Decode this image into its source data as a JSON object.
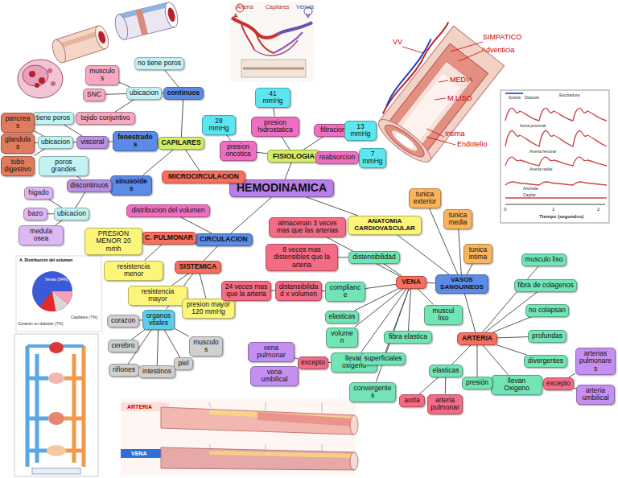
{
  "diagram": {
    "nodes": [
      {
        "text": [
          "HEMODINAMICA"
        ]
      },
      {
        "text": [
          "FISIOLOGIA"
        ]
      },
      {
        "text": [
          "presion hidrostatica"
        ]
      },
      {
        "text": [
          "41 mmHg"
        ]
      },
      {
        "text": [
          "presion oncotica"
        ]
      },
      {
        "text": [
          "28 mmHg"
        ]
      },
      {
        "text": [
          "filtracion"
        ]
      },
      {
        "text": [
          "13 mmHg"
        ]
      },
      {
        "text": [
          "reabsorcion"
        ]
      },
      {
        "text": [
          "7 mmHg"
        ]
      },
      {
        "text": [
          "MICROCIRCULACION"
        ]
      },
      {
        "text": [
          "CAPILARES"
        ]
      },
      {
        "text": [
          "continuos"
        ]
      },
      {
        "text": [
          "no tiene poros"
        ]
      },
      {
        "text": [
          "ubicacion"
        ]
      },
      {
        "text": [
          "musculos"
        ]
      },
      {
        "text": [
          "SNC"
        ]
      },
      {
        "text": [
          "tejido conjuntivo"
        ]
      },
      {
        "text": [
          "fenestrados"
        ]
      },
      {
        "text": [
          "visceral"
        ]
      },
      {
        "text": [
          "tiene poros"
        ]
      },
      {
        "text": [
          "ubicacion"
        ]
      },
      {
        "text": [
          "pancreas"
        ]
      },
      {
        "text": [
          "glandulas"
        ]
      },
      {
        "text": [
          "tubo digestivo"
        ]
      },
      {
        "text": [
          "sinusoides"
        ]
      },
      {
        "text": [
          "discontinuos"
        ]
      },
      {
        "text": [
          "poros grandes"
        ]
      },
      {
        "text": [
          "ubicacion"
        ]
      },
      {
        "text": [
          "higado"
        ]
      },
      {
        "text": [
          "bazo"
        ]
      },
      {
        "text": [
          "medula osea"
        ]
      },
      {
        "text": [
          "CIRCULACION"
        ]
      },
      {
        "text": [
          "distribucion del volumen"
        ]
      },
      {
        "text": [
          "C. PULMONAR"
        ]
      },
      {
        "text": [
          "PRESION MENOR 20 mmh"
        ]
      },
      {
        "text": [
          "resistencia menor"
        ]
      },
      {
        "text": [
          "SISTEMICA"
        ]
      },
      {
        "text": [
          "resistencia mayor"
        ]
      },
      {
        "text": [
          "presion mayor 120 mmHg"
        ]
      },
      {
        "text": [
          "organos vitales"
        ]
      },
      {
        "text": [
          "corazon"
        ]
      },
      {
        "text": [
          "cerebro"
        ]
      },
      {
        "text": [
          "riñones"
        ]
      },
      {
        "text": [
          "intestinos"
        ]
      },
      {
        "text": [
          "piel"
        ]
      },
      {
        "text": [
          "musculos"
        ]
      },
      {
        "text": [
          "ANATOMIA CARDIOVASCULAR"
        ]
      },
      {
        "text": [
          "VASOS SANGUINEOS"
        ]
      },
      {
        "text": [
          "tunica exterior"
        ]
      },
      {
        "text": [
          "tunica media"
        ]
      },
      {
        "text": [
          "tunica intima"
        ]
      },
      {
        "text": [
          "VENA"
        ]
      },
      {
        "text": [
          "distensibilidad"
        ]
      },
      {
        "text": [
          "8 veces mas distensibles que la arteria"
        ]
      },
      {
        "text": [
          "almacenan 3 veces mas que las arterias"
        ]
      },
      {
        "text": [
          "compliance"
        ]
      },
      {
        "text": [
          "distensibilidad x volumen"
        ]
      },
      {
        "text": [
          "24 veces mas que la arteria"
        ]
      },
      {
        "text": [
          "elasticas"
        ]
      },
      {
        "text": [
          "volumen"
        ]
      },
      {
        "text": [
          "llevan oxigeno"
        ]
      },
      {
        "text": [
          "excepto"
        ]
      },
      {
        "text": [
          "vena pulmonar"
        ]
      },
      {
        "text": [
          "vena umbilical"
        ]
      },
      {
        "text": [
          "superficiales"
        ]
      },
      {
        "text": [
          "convergentes"
        ]
      },
      {
        "text": [
          "fibra elastica"
        ]
      },
      {
        "text": [
          "muscul liso"
        ]
      },
      {
        "text": [
          "ARTERIA"
        ]
      },
      {
        "text": [
          "musculo liso"
        ]
      },
      {
        "text": [
          "fibra de colagenos"
        ]
      },
      {
        "text": [
          "no colapsan"
        ]
      },
      {
        "text": [
          "profundas"
        ]
      },
      {
        "text": [
          "divergentes"
        ]
      },
      {
        "text": [
          "llevan Oxigeno"
        ]
      },
      {
        "text": [
          "excepto"
        ]
      },
      {
        "text": [
          "arterias pulmonares"
        ]
      },
      {
        "text": [
          "arteria umbilical"
        ]
      },
      {
        "text": [
          "presión"
        ]
      },
      {
        "text": [
          "elasticas"
        ]
      },
      {
        "text": [
          "aorta"
        ]
      },
      {
        "text": [
          "arteria pulmonar"
        ]
      }
    ],
    "edges": [
      {
        "from": 0,
        "to": 1,
        "arrow": "none"
      },
      {
        "from": 1,
        "to": 2,
        "arrow": "none"
      },
      {
        "from": 2,
        "to": 3,
        "arrow": "none"
      },
      {
        "from": 1,
        "to": 4,
        "arrow": "none"
      },
      {
        "from": 4,
        "to": 5,
        "arrow": "none"
      },
      {
        "from": 1,
        "to": 6,
        "arrow": "none"
      },
      {
        "from": 6,
        "to": 7,
        "arrow": "none"
      },
      {
        "from": 1,
        "to": 8,
        "arrow": "none"
      },
      {
        "from": 8,
        "to": 9,
        "arrow": "none"
      },
      {
        "from": 0,
        "to": 10,
        "arrow": "none"
      },
      {
        "from": 10,
        "to": 11,
        "arrow": "none"
      },
      {
        "from": 11,
        "to": 12,
        "arrow": "none"
      },
      {
        "from": 12,
        "to": 13,
        "arrow": "none"
      },
      {
        "from": 12,
        "to": 14,
        "arrow": "none"
      },
      {
        "from": 14,
        "to": 15,
        "arrow": "none"
      },
      {
        "from": 14,
        "to": 16,
        "arrow": "none"
      },
      {
        "from": 14,
        "to": 17,
        "arrow": "none"
      },
      {
        "from": 11,
        "to": 18,
        "arrow": "none"
      },
      {
        "from": 18,
        "to": 19,
        "arrow": "none"
      },
      {
        "from": 19,
        "to": 20,
        "arrow": "none"
      },
      {
        "from": 19,
        "to": 21,
        "arrow": "none"
      },
      {
        "from": 21,
        "to": 22,
        "arrow": "none"
      },
      {
        "from": 21,
        "to": 23,
        "arrow": "none"
      },
      {
        "from": 21,
        "to": 24,
        "arrow": "none"
      },
      {
        "from": 11,
        "to": 25,
        "arrow": "none"
      },
      {
        "from": 25,
        "to": 26,
        "arrow": "none"
      },
      {
        "from": 26,
        "to": 27,
        "arrow": "none"
      },
      {
        "from": 26,
        "to": 28,
        "arrow": "none"
      },
      {
        "from": 28,
        "to": 29,
        "arrow": "none"
      },
      {
        "from": 28,
        "to": 30,
        "arrow": "none"
      },
      {
        "from": 28,
        "to": 31,
        "arrow": "none"
      },
      {
        "from": 0,
        "to": 32,
        "arrow": "none"
      },
      {
        "from": 32,
        "to": 33,
        "arrow": "none"
      },
      {
        "from": 32,
        "to": 34,
        "arrow": "none"
      },
      {
        "from": 34,
        "to": 35,
        "arrow": "none"
      },
      {
        "from": 34,
        "to": 36,
        "arrow": "none"
      },
      {
        "from": 32,
        "to": 37,
        "arrow": "none"
      },
      {
        "from": 37,
        "to": 38,
        "arrow": "none"
      },
      {
        "from": 37,
        "to": 39,
        "arrow": "none"
      },
      {
        "from": 37,
        "to": 40,
        "arrow": "none"
      },
      {
        "from": 40,
        "to": 41,
        "arrow": "none"
      },
      {
        "from": 40,
        "to": 42,
        "arrow": "none"
      },
      {
        "from": 40,
        "to": 43,
        "arrow": "none"
      },
      {
        "from": 40,
        "to": 44,
        "arrow": "none"
      },
      {
        "from": 40,
        "to": 45,
        "arrow": "none"
      },
      {
        "from": 40,
        "to": 46,
        "arrow": "none"
      },
      {
        "from": 0,
        "to": 47,
        "arrow": "none"
      },
      {
        "from": 47,
        "to": 48,
        "arrow": "none"
      },
      {
        "from": 48,
        "to": 49,
        "arrow": "none"
      },
      {
        "from": 48,
        "to": 50,
        "arrow": "none"
      },
      {
        "from": 48,
        "to": 51,
        "arrow": "none"
      },
      {
        "from": 48,
        "to": 52,
        "arrow": "none"
      },
      {
        "from": 48,
        "to": 69,
        "arrow": "none"
      },
      {
        "from": 52,
        "to": 53,
        "arrow": "none"
      },
      {
        "from": 53,
        "to": 54,
        "arrow": "none"
      },
      {
        "from": 52,
        "to": 55,
        "arrow": "none"
      },
      {
        "from": 52,
        "to": 56,
        "arrow": "none"
      },
      {
        "from": 56,
        "to": 57,
        "arrow": "none"
      },
      {
        "from": 57,
        "to": 58,
        "arrow": "none"
      },
      {
        "from": 52,
        "to": 59,
        "arrow": "none"
      },
      {
        "from": 52,
        "to": 60,
        "arrow": "none"
      },
      {
        "from": 52,
        "to": 61,
        "arrow": "none"
      },
      {
        "from": 61,
        "to": 62,
        "arrow": "none"
      },
      {
        "from": 62,
        "to": 63,
        "arrow": "none"
      },
      {
        "from": 62,
        "to": 64,
        "arrow": "none"
      },
      {
        "from": 52,
        "to": 65,
        "arrow": "none"
      },
      {
        "from": 52,
        "to": 66,
        "arrow": "none"
      },
      {
        "from": 52,
        "to": 67,
        "arrow": "none"
      },
      {
        "from": 52,
        "to": 68,
        "arrow": "none"
      },
      {
        "from": 69,
        "to": 70,
        "arrow": "none"
      },
      {
        "from": 69,
        "to": 71,
        "arrow": "none"
      },
      {
        "from": 69,
        "to": 72,
        "arrow": "none"
      },
      {
        "from": 69,
        "to": 73,
        "arrow": "none"
      },
      {
        "from": 69,
        "to": 74,
        "arrow": "none"
      },
      {
        "from": 69,
        "to": 75,
        "arrow": "none"
      },
      {
        "from": 75,
        "to": 76,
        "arrow": "none"
      },
      {
        "from": 76,
        "to": 77,
        "arrow": "none"
      },
      {
        "from": 76,
        "to": 78,
        "arrow": "none"
      },
      {
        "from": 69,
        "to": 79,
        "arrow": "none"
      },
      {
        "from": 69,
        "to": 80,
        "arrow": "none"
      },
      {
        "from": 80,
        "to": 81,
        "arrow": "none"
      },
      {
        "from": 80,
        "to": 82,
        "arrow": "none"
      }
    ],
    "labels": [
      "VV",
      "SIMPATICO",
      "Adventicia",
      "MEDIA",
      "M.LISO",
      "Intima",
      "Endotelio",
      "Sístole",
      "Diástole",
      "Escotadura",
      "Aorta proximal",
      "Arteria femoral",
      "Arteria radial",
      "Arteriola",
      "Capilar",
      "0",
      "1",
      "2",
      "Tiempo (segundos)",
      "Arteria",
      "Capilares",
      "Vénula",
      "A",
      "V",
      "A. Distribución del volumen",
      "Venas (64%)",
      "Capilares (7%)",
      "Corazón en diástole (7%)",
      "ARTERIA",
      "VENA"
    ]
  }
}
